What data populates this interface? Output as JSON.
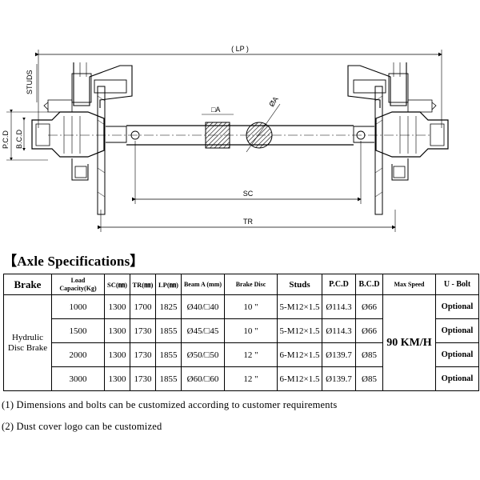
{
  "drawing": {
    "labels": {
      "lp": "( LP )",
      "sc": "SC",
      "tr": "TR",
      "studs": "STUDS",
      "pcd": "P.C.D",
      "bcd": "B.C.D",
      "square_beam": "□A",
      "round_beam": "ØA"
    }
  },
  "heading": "【Axle Specifications】",
  "table": {
    "headers": {
      "brake": "Brake",
      "load_line1": "Load",
      "load_line2": "Capacity(Kg)",
      "sc": "SC(㎜)",
      "tr": "TR(㎜)",
      "lp": "LP(㎜)",
      "beam": "Beam A (mm)",
      "disc": "Brake Disc",
      "studs": "Studs",
      "pcd": "P.C.D",
      "bcd": "B.C.D",
      "speed": "Max Speed",
      "ubolt": "U - Bolt"
    },
    "brake_type_line1": "Hydrulic",
    "brake_type_line2": "Disc Brake",
    "max_speed": "90 KM/H",
    "rows": [
      {
        "load": "1000",
        "sc": "1300",
        "tr": "1700",
        "lp": "1825",
        "beam": "Ø40/□40",
        "disc": "10 \"",
        "studs": "5-M12×1.5",
        "pcd": "Ø114.3",
        "bcd": "Ø66",
        "ubolt": "Optional"
      },
      {
        "load": "1500",
        "sc": "1300",
        "tr": "1730",
        "lp": "1855",
        "beam": "Ø45/□45",
        "disc": "10 \"",
        "studs": "5-M12×1.5",
        "pcd": "Ø114.3",
        "bcd": "Ø66",
        "ubolt": "Optional"
      },
      {
        "load": "2000",
        "sc": "1300",
        "tr": "1730",
        "lp": "1855",
        "beam": "Ø50/□50",
        "disc": "12 \"",
        "studs": "6-M12×1.5",
        "pcd": "Ø139.7",
        "bcd": "Ø85",
        "ubolt": "Optional"
      },
      {
        "load": "3000",
        "sc": "1300",
        "tr": "1730",
        "lp": "1855",
        "beam": "Ø60/□60",
        "disc": "12 \"",
        "studs": "6-M12×1.5",
        "pcd": "Ø139.7",
        "bcd": "Ø85",
        "ubolt": "Optional"
      }
    ]
  },
  "notes": {
    "note1": "(1) Dimensions and bolts can be customized according to customer requirements",
    "note2": "(2) Dust cover logo can be customized"
  }
}
